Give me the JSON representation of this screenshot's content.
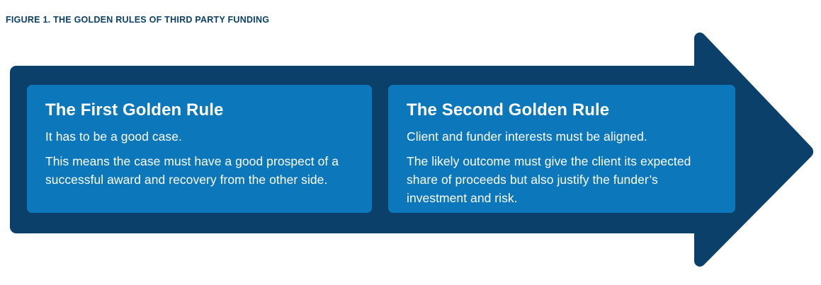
{
  "figure": {
    "caption": "FIGURE 1. THE GOLDEN RULES OF THIRD PARTY FUNDING",
    "caption_color": "#0a4069",
    "arrow_color": "#0a4069",
    "card_color": "#0c78bb",
    "card_text_color": "#ffffff",
    "background_color": "#ffffff",
    "arrow_direction": "right"
  },
  "cards": [
    {
      "heading": "The First Golden Rule",
      "line_1": "It has to be a good case.",
      "line_2": "This means the case must have a good prospect of a successful award and recovery from the other side."
    },
    {
      "heading": "The Second Golden Rule",
      "line_1": "Client and funder interests must be aligned.",
      "line_2": "The likely outcome must give the client its expected share of proceeds but also justify the funder’s investment and risk."
    }
  ]
}
